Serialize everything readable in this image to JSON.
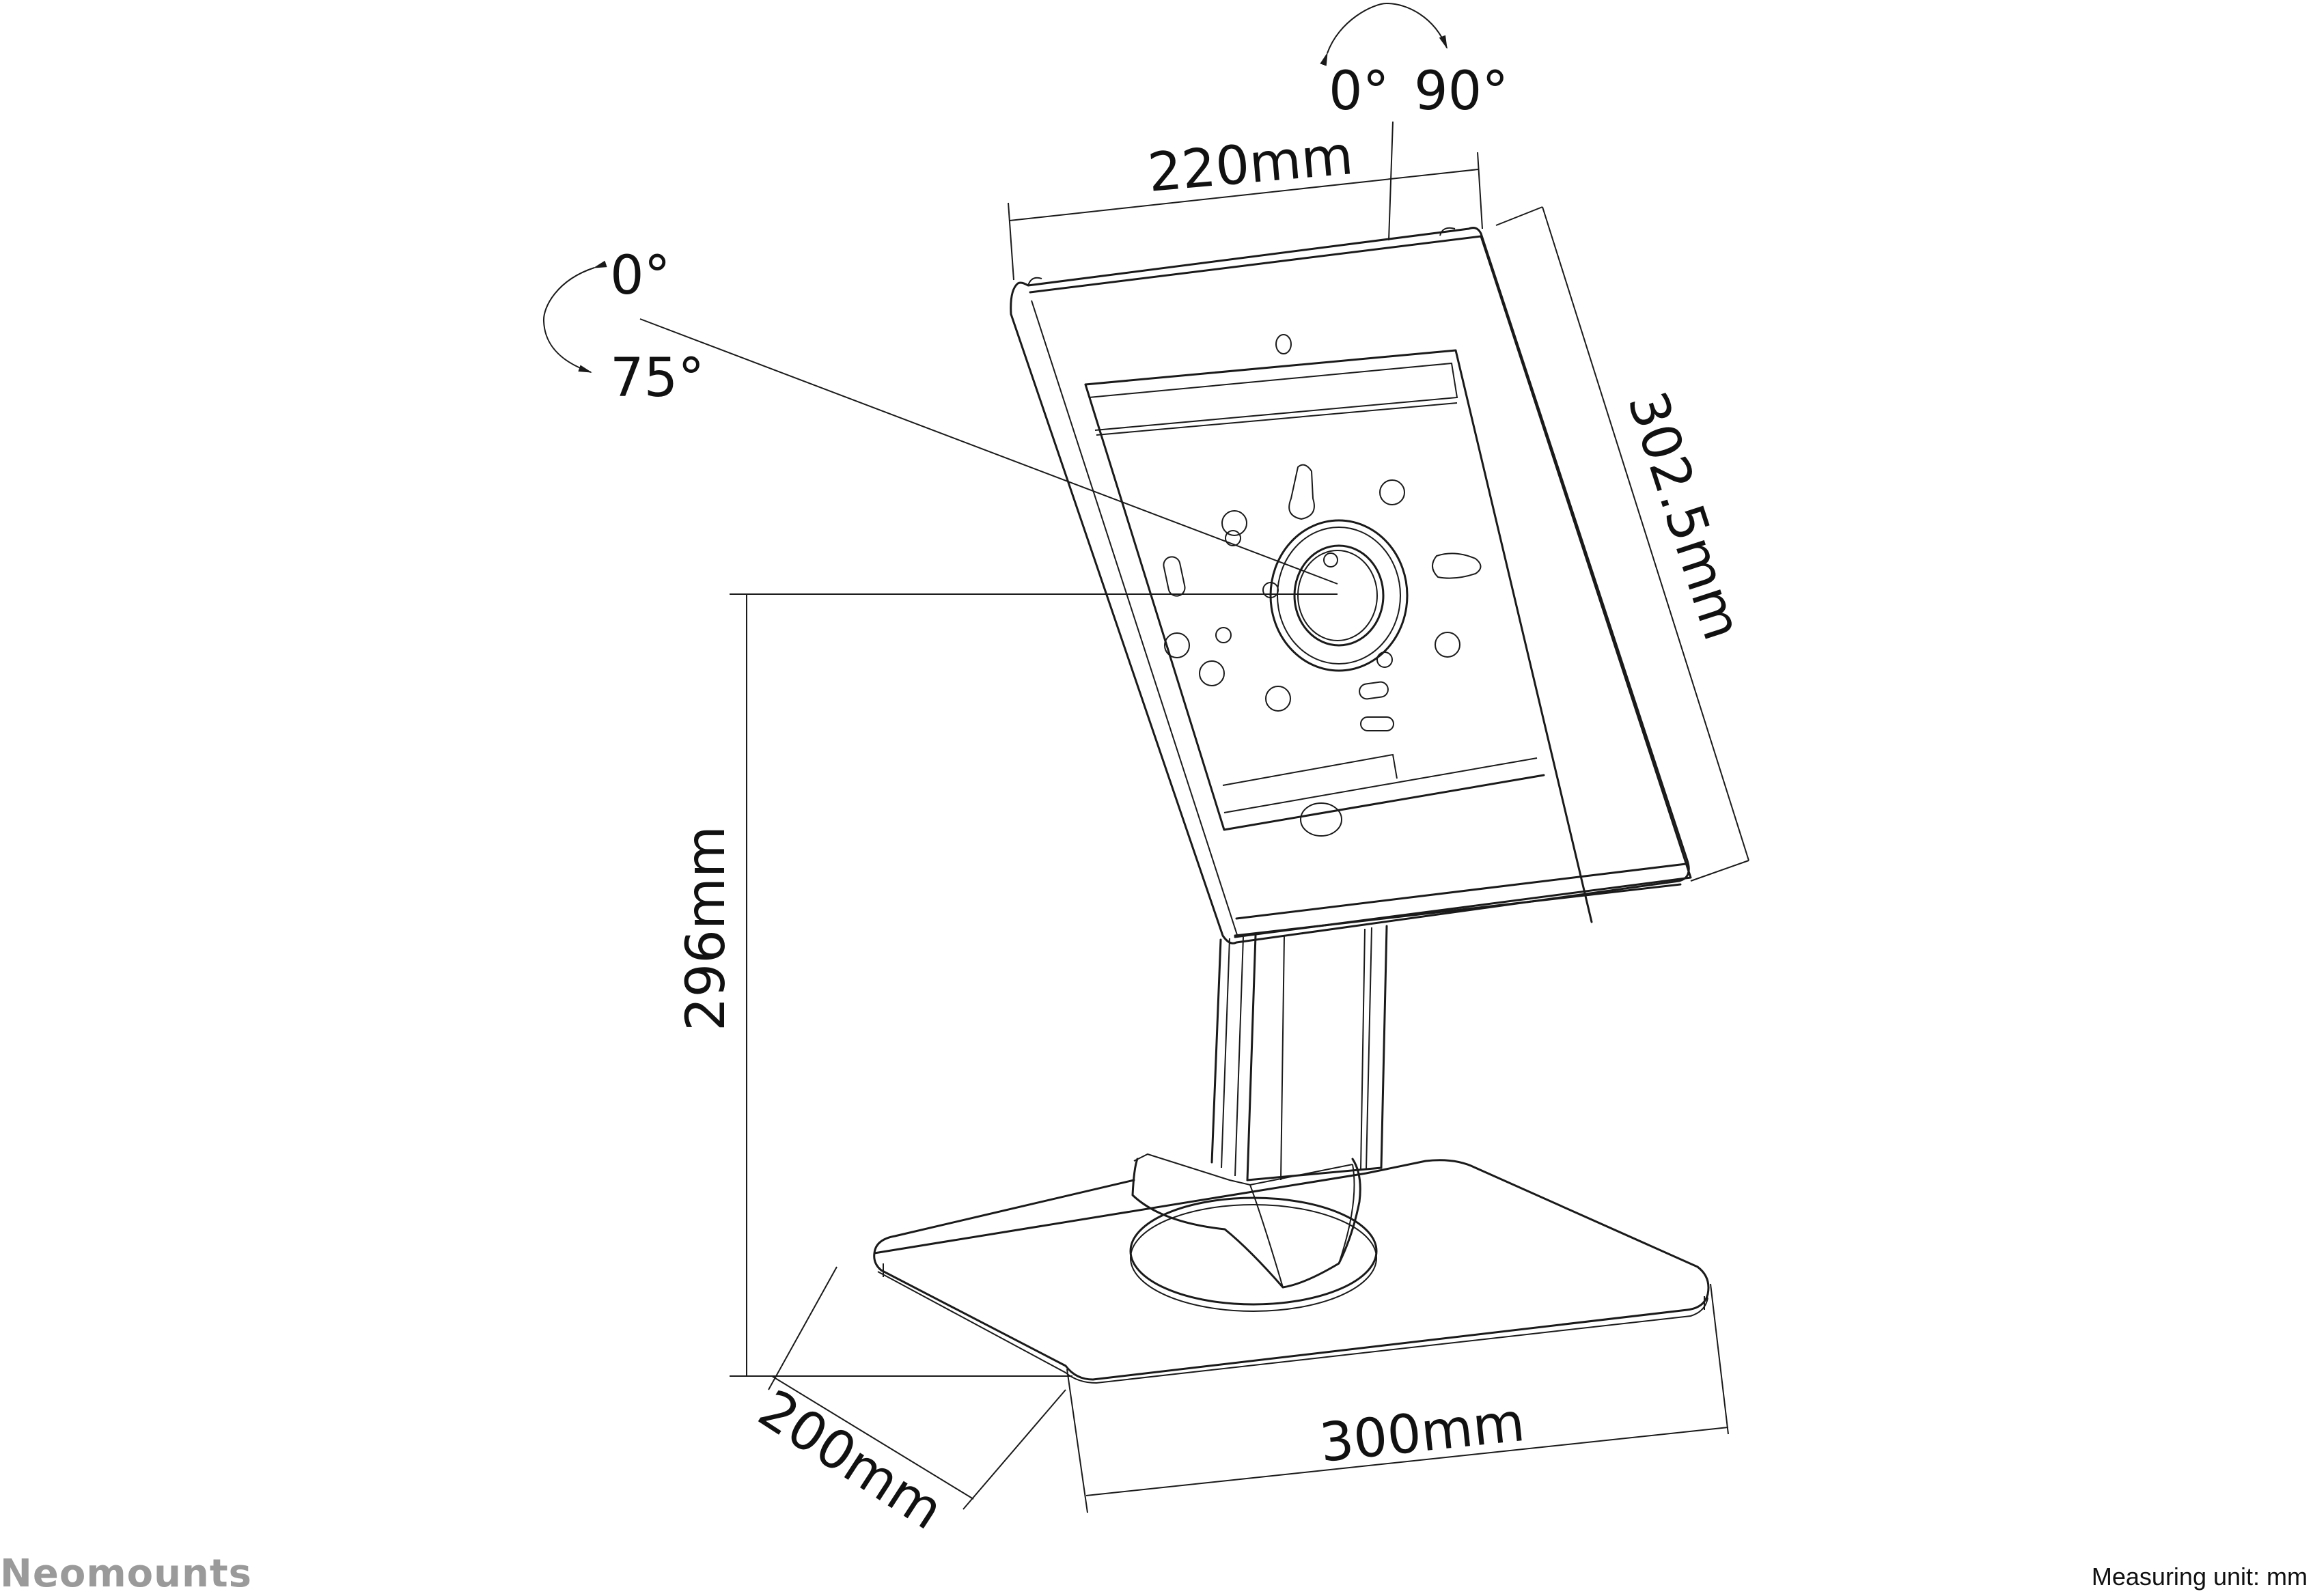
{
  "diagram": {
    "subject": "Tablet floor/desk stand with lockable enclosure",
    "dimensions": {
      "frame_width": "220mm",
      "frame_height": "302.5mm",
      "stand_height": "296mm",
      "base_depth": "200mm",
      "base_width": "300mm"
    },
    "rotation": {
      "swivel_start": "0°",
      "swivel_end": "90°",
      "tilt_start": "0°",
      "tilt_end": "75°"
    }
  },
  "footer": {
    "brand": "Neomounts",
    "measuring_unit": "Measuring unit: mm"
  },
  "colors": {
    "line": "#1a1a1a",
    "brand_gray": "#9a9a9a",
    "background": "#ffffff"
  }
}
